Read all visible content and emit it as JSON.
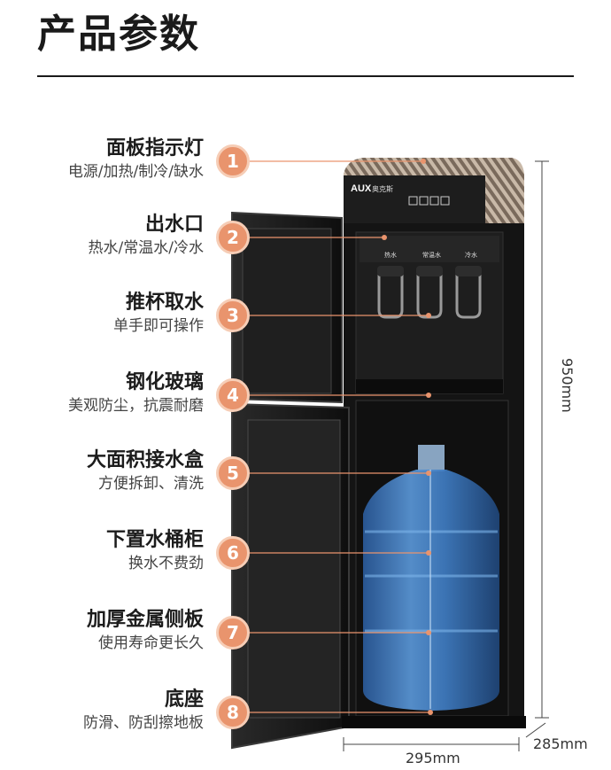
{
  "header": {
    "title": "产品参数"
  },
  "features": [
    {
      "num": "1",
      "name": "面板指示灯",
      "desc": "电源/加热/制冷/缺水"
    },
    {
      "num": "2",
      "name": "出水口",
      "desc": "热水/常温水/冷水"
    },
    {
      "num": "3",
      "name": "推杯取水",
      "desc": "单手即可操作"
    },
    {
      "num": "4",
      "name": "钢化玻璃",
      "desc": "美观防尘，抗震耐磨"
    },
    {
      "num": "5",
      "name": "大面积接水盒",
      "desc": "方便拆卸、清洗"
    },
    {
      "num": "6",
      "name": "下置水桶柜",
      "desc": "换水不费劲"
    },
    {
      "num": "7",
      "name": "加厚金属侧板",
      "desc": "使用寿命更长久"
    },
    {
      "num": "8",
      "name": "底座",
      "desc": "防滑、防刮擦地板"
    }
  ],
  "product": {
    "brand": "AUX",
    "brand_cn": "奥克斯",
    "outlets": [
      "热水",
      "常温水",
      "冷水"
    ]
  },
  "dimensions": {
    "height": "950mm",
    "width": "295mm",
    "depth": "285mm"
  },
  "colors": {
    "accent": "#e9946d",
    "accent_ring": "#f6cdb6",
    "line": "#e9946d",
    "cabinet": "#151515"
  }
}
